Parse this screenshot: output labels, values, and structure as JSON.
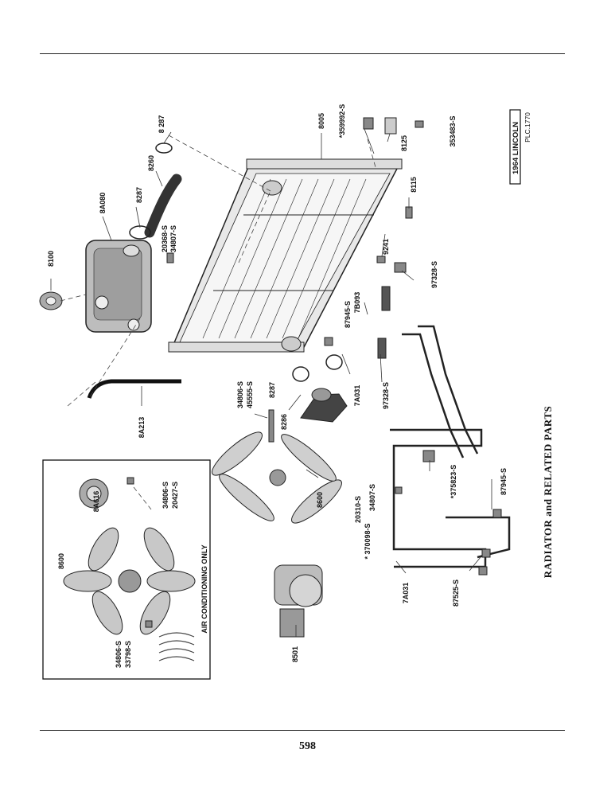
{
  "page_number": "598",
  "title": "RADIATOR and RELATED PARTS",
  "catalog": {
    "model": "1964 LINCOLN",
    "plate": "PLC.1770"
  },
  "inset_caption": "AIR CONDITIONING ONLY",
  "labels": {
    "p8100": "8100",
    "p8A080": "8A080",
    "p8287_top": "8 287",
    "p8260": "8260",
    "p8287_mid": "8287",
    "p20368": "20368-S",
    "p34807_top": "34807-S",
    "p8005": "8005",
    "p359992": "*359992-S",
    "p8125": "8125",
    "p353483": "353483-S",
    "p8115": "8115",
    "p9241": "9241",
    "p97328_r": "97328-S",
    "p87945_top": "87945-S",
    "p7B093": "7B093",
    "p7A031_mid": "7A031",
    "p97328_c": "97328-S",
    "p8A213": "8A213",
    "p34806_mid": "34806-S",
    "p45555": "45555-S",
    "p8287_low": "8287",
    "p8286": "8286",
    "p8600_main": "8600",
    "p20310": "20310-S",
    "p34807_low": "34807-S",
    "p370098": "* 370098-S",
    "p375823": "*375823-S",
    "p87945_low": "87945-S",
    "p7A031_low": "7A031",
    "p87525": "87525-S",
    "p8501": "8501",
    "p8A616": "8A616",
    "p34806_inset_top": "34806-S",
    "p20427": "20427-S",
    "p8600_inset": "8600",
    "p34806_inset_low": "34806-S",
    "p33798": "33798-S"
  }
}
